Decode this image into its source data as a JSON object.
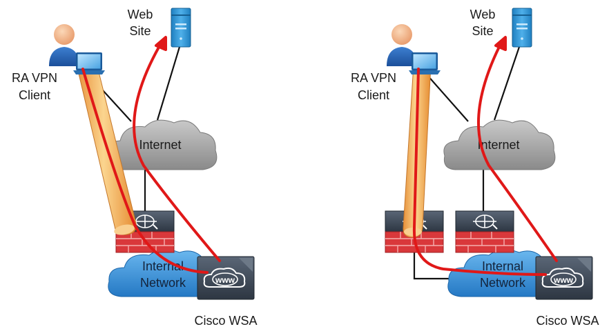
{
  "labels": {
    "web_site_line1": "Web",
    "web_site_line2": "Site",
    "client_line1": "RA VPN",
    "client_line2": "Client",
    "internet": "Internet",
    "internal_line1": "Internal",
    "internal_line2": "Network",
    "wsa": "Cisco WSA",
    "www": "www"
  },
  "icons": {
    "user": "user-icon",
    "laptop": "laptop-icon",
    "server": "server-icon",
    "cloud": "cloud-icon",
    "firewall": "firewall-icon",
    "wsa": "wsa-appliance-icon"
  },
  "colors": {
    "vpn_tunnel": "#f2b45a",
    "traffic_path": "#e01818",
    "links": "#111111",
    "internet_cloud": "#9e9e9e",
    "internal_cloud": "#2f8fd6",
    "firewall_red": "#d9383b",
    "appliance_dark": "#3c4654",
    "server_blue": "#2a8fd0"
  }
}
